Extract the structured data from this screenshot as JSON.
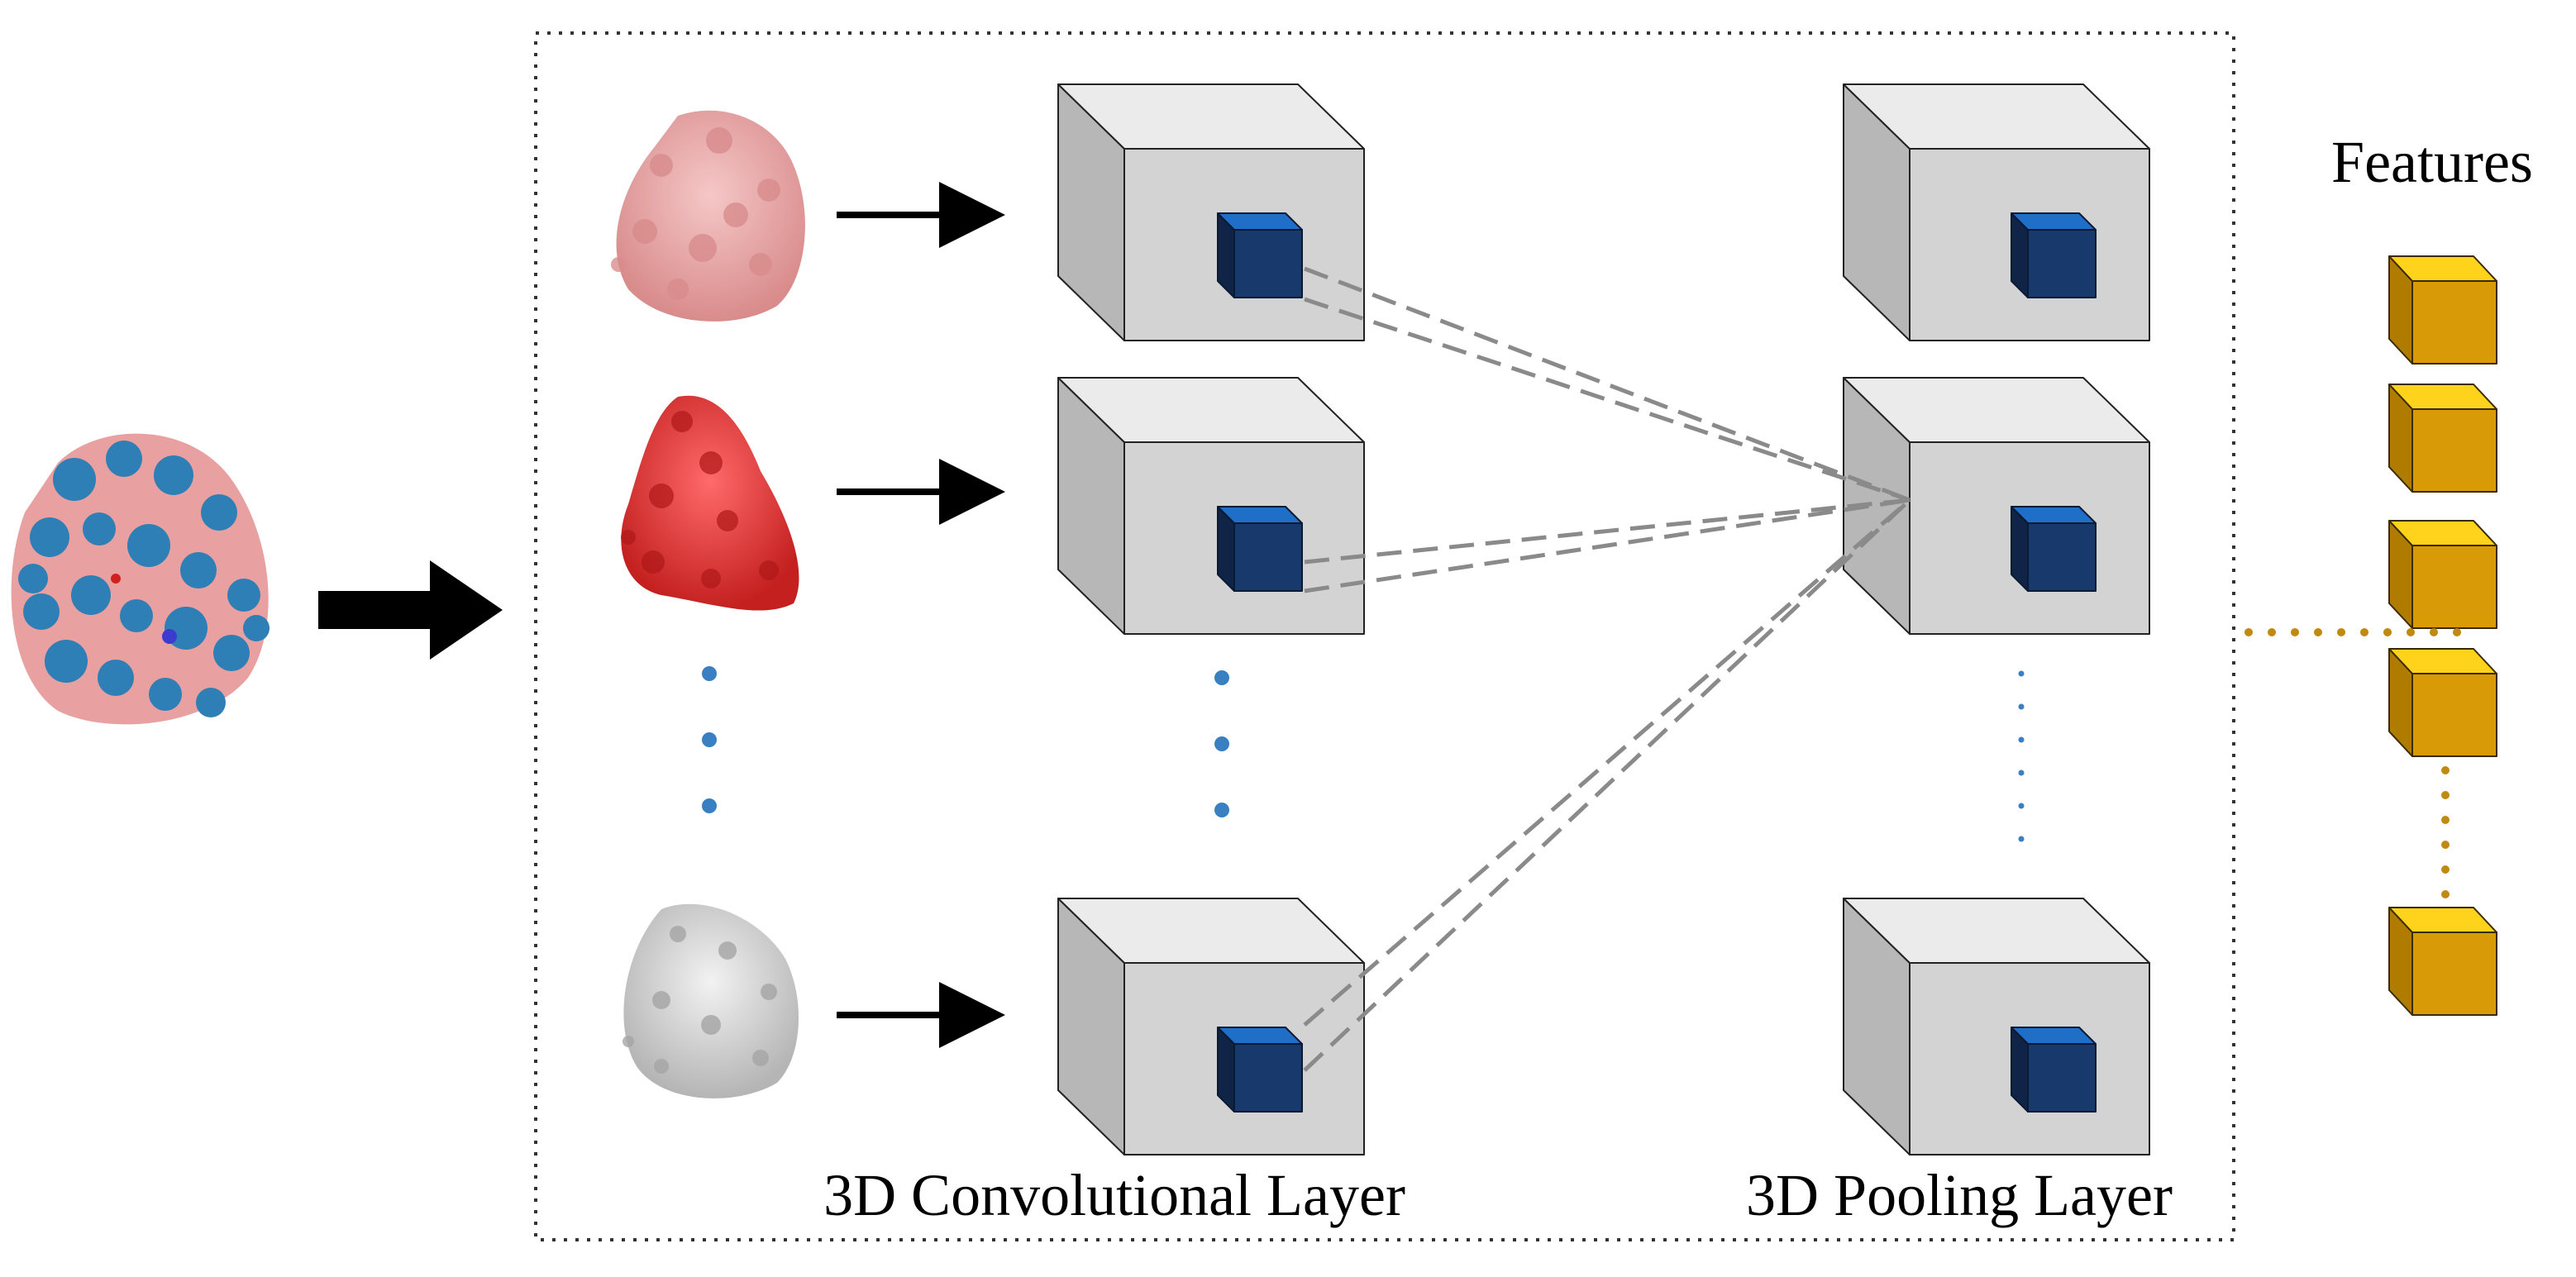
{
  "labels": {
    "features": "Features",
    "conv_layer": "3D Convolutional Layer",
    "pool_layer": "3D Pooling Layer"
  },
  "colors": {
    "background": "#ffffff",
    "outer_box_border": "#333333",
    "big_cube_front": "#d3d3d3",
    "big_cube_top": "#ebebeb",
    "big_cube_side": "#b7b7b7",
    "small_cube_front": "#17396b",
    "small_cube_top": "#1f6fc9",
    "small_cube_side": "#0f2447",
    "feature_cube_front": "#d89a06",
    "feature_cube_top": "#ffd21c",
    "feature_cube_side": "#b07c00",
    "feature_dots": "#c08a12",
    "ellipsis_dots": "#3a7fc1",
    "dashed_lines": "#8a8a8a",
    "arrows": "#000000",
    "protein_input": [
      "#2e7fb5",
      "#e8a0a0"
    ],
    "protein_channel_1": "#e9a3a3",
    "protein_channel_2": "#e23838",
    "protein_channel_3": "#cfcfcf"
  },
  "icons": {
    "input_protein": "protein-surface-image",
    "channels": [
      "protein-channel-pink",
      "protein-channel-red",
      "protein-channel-gray"
    ]
  }
}
